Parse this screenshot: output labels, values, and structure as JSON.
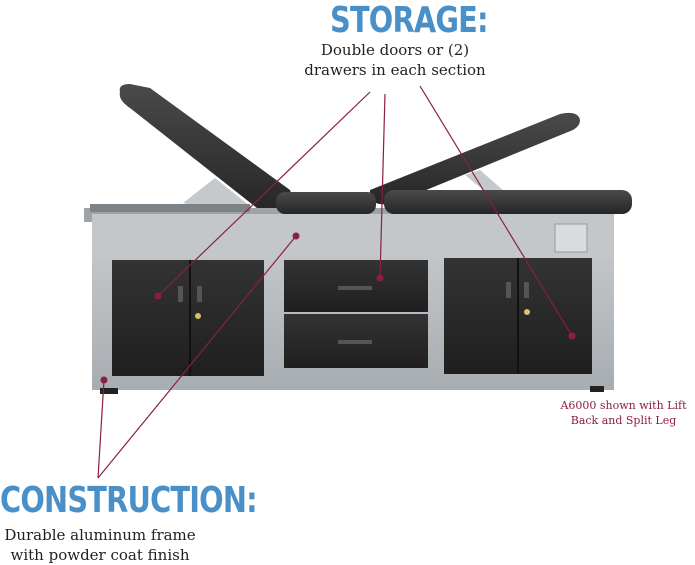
{
  "storage": {
    "title": "STORAGE:",
    "caption_line1": "Double doors or (2)",
    "caption_line2": "drawers in each section"
  },
  "construction": {
    "title": "CONSTRUCTION:",
    "caption_line1": "Durable aluminum frame",
    "caption_line2": "with powder coat finish"
  },
  "model_note": {
    "line1": "A6000 shown with Lift",
    "line2": "Back and Split Leg"
  },
  "colors": {
    "heading": "#4a90c8",
    "callout": "#8b1e45",
    "frame": "#b8bcbf",
    "cabinet": "#2b2b2b",
    "upholstery": "#3a3a3a"
  }
}
